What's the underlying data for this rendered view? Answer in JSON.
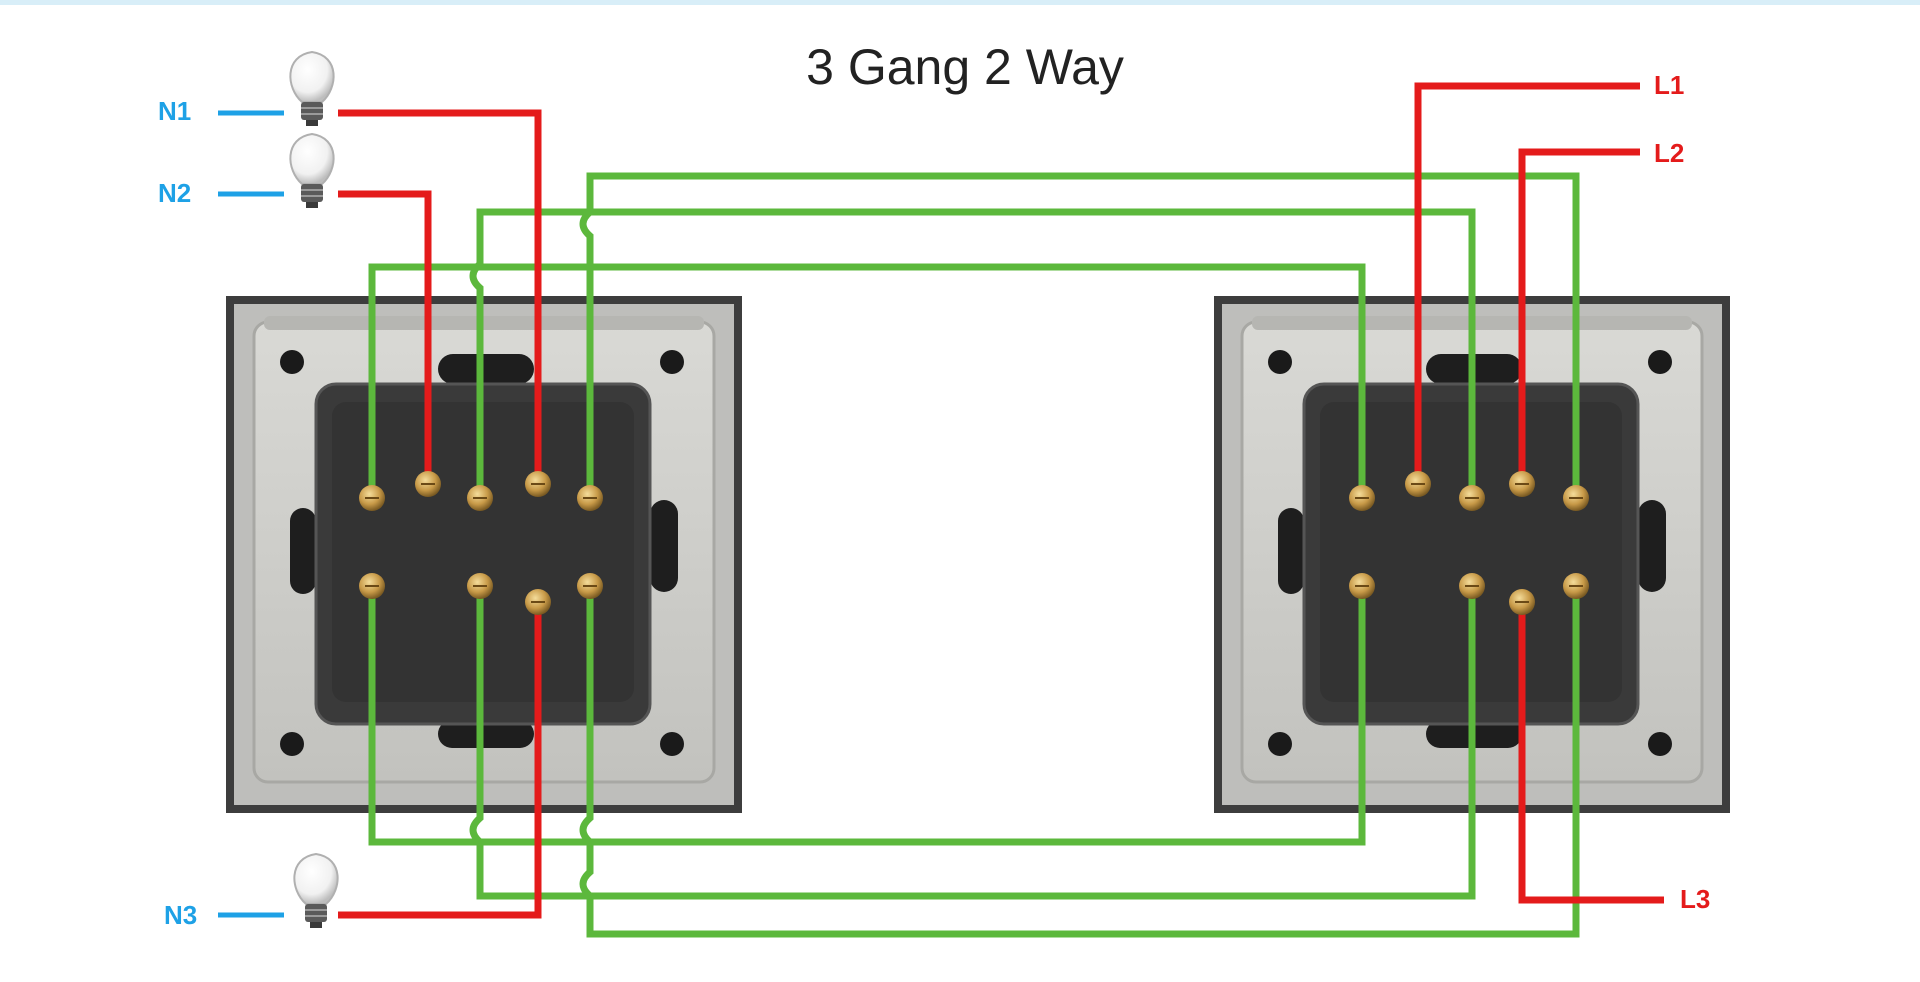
{
  "title": "3 Gang 2 Way",
  "neutral_labels": [
    "N1",
    "N2",
    "N3"
  ],
  "line_labels": [
    "L1",
    "L2",
    "L3"
  ],
  "colors": {
    "neutral": "#1ea1e6",
    "live": "#e41b1b",
    "traveller": "#5cb83c",
    "switch_frame": "#4a4a4a",
    "switch_plate": "#cfcfcb",
    "mechanism": "#3a3a3a",
    "terminal": "#c8a050"
  },
  "icons": [
    "bulb-icon",
    "terminal-screw-icon",
    "mounting-hole-icon"
  ]
}
